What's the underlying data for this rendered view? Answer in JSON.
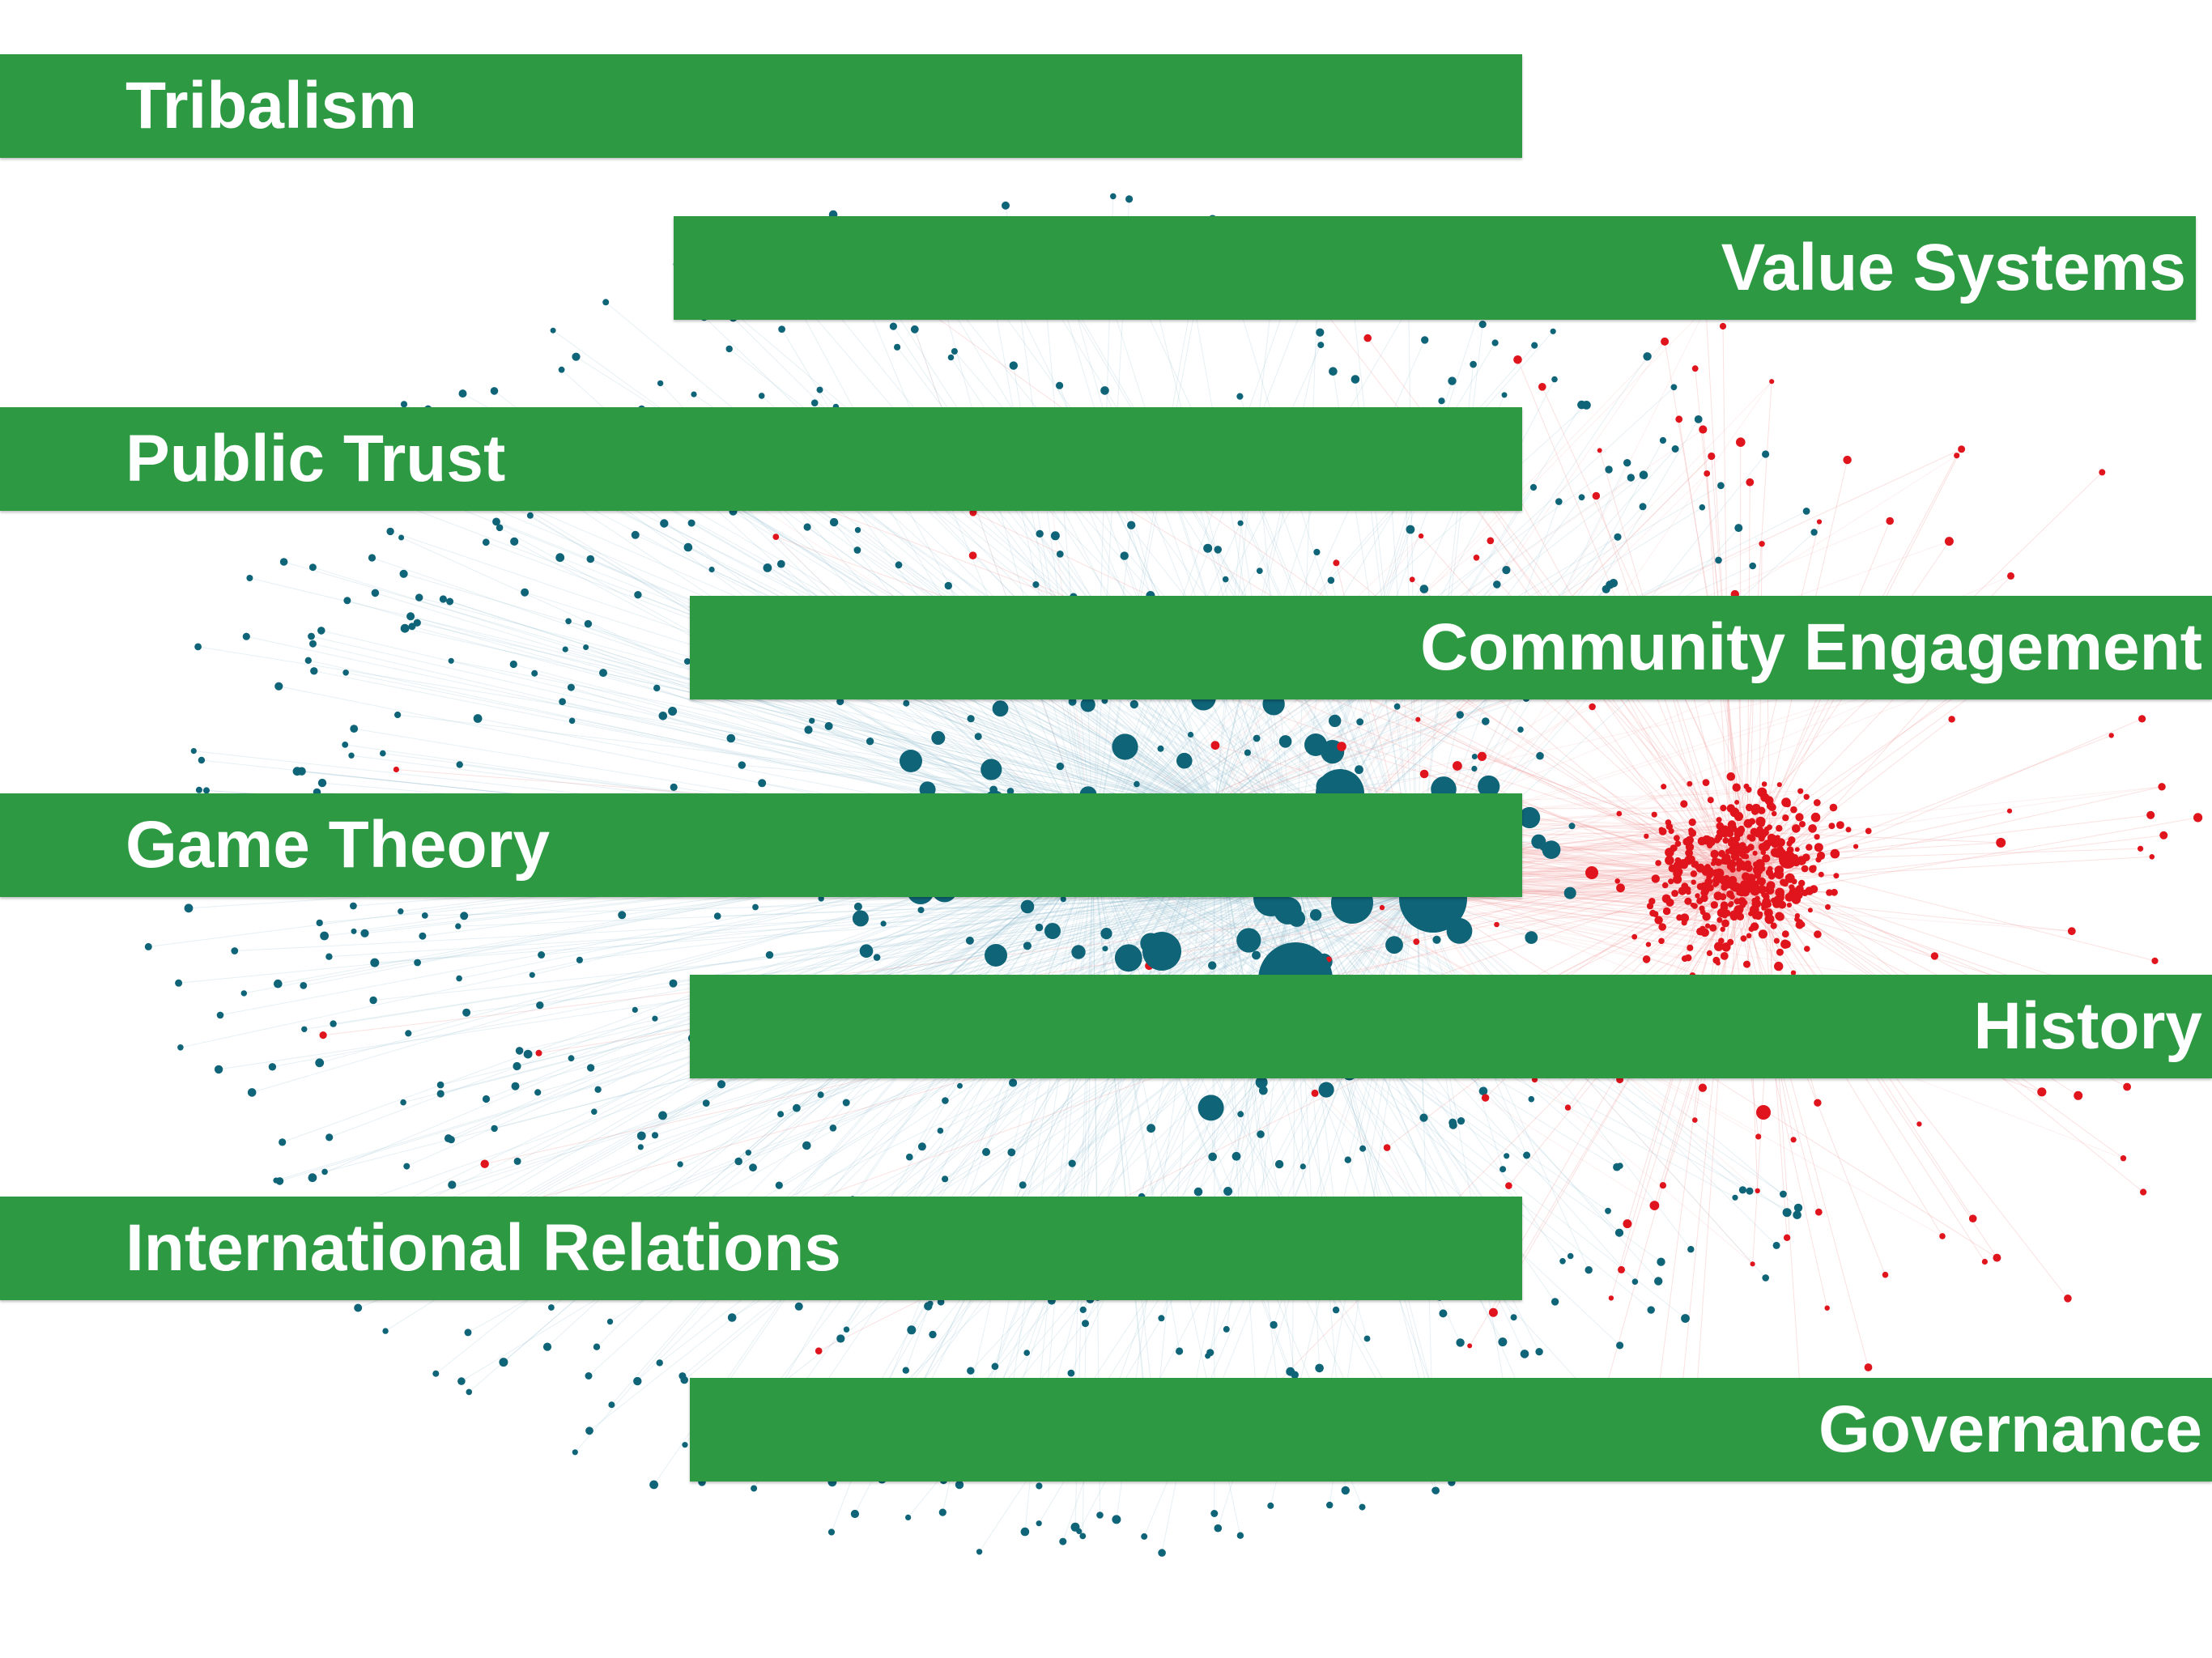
{
  "labels": {
    "tribalism": "Tribalism",
    "value_systems": "Value Systems",
    "public_trust": "Public Trust",
    "community_engagement": "Community Engagement",
    "game_theory": "Game Theory",
    "history": "History",
    "international_relations": "International Relations",
    "governance": "Governance"
  },
  "colors": {
    "band": "#2e9943",
    "label_text": "#ffffff",
    "teal_node": "#0f6478",
    "teal_edge": "#8fbccb",
    "red_node": "#e0141c",
    "red_edge": "#f29a9a",
    "background": "#ffffff"
  }
}
